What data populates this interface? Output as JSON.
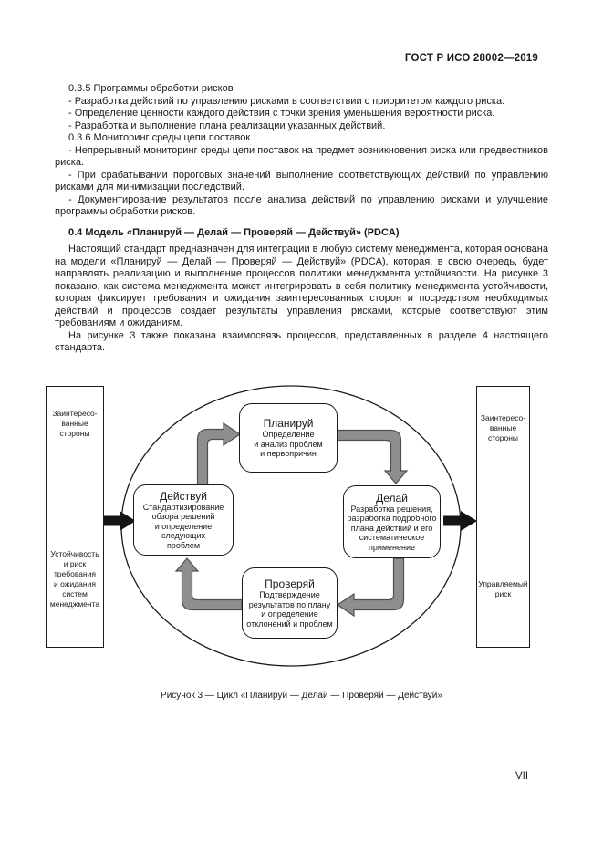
{
  "header": {
    "doc_code": "ГОСТ Р ИСО 28002—2019"
  },
  "body": {
    "paragraphs": [
      "0.3.5 Программы обработки рисков",
      "- Разработка действий по управлению рисками в соответствии с приоритетом каждого риска.",
      "- Определение ценности каждого действия с точки зрения уменьшения вероятности риска.",
      "- Разработка и выполнение плана реализации указанных действий.",
      "0.3.6 Мониторинг среды цепи поставок",
      "- Непрерывный мониторинг среды цепи поставок на предмет возникновения риска или предвестников риска.",
      "- При срабатывании пороговых значений выполнение соответствующих действий по управлению рисками для минимизации последствий.",
      "- Документирование результатов после анализа действий по управлению рисками и улучшение программы обработки рисков.",
      "Настоящий стандарт предназначен для интеграции в любую систему менеджмента, которая основана на модели «Планируй — Делай — Проверяй — Действуй» (PDCA), которая, в свою очередь, будет направлять реализацию и выполнение процессов политики менеджмента устойчивости. На рисунке 3 показано, как система менеджмента может интегрировать в себя политику менеджмента устойчивости, которая фиксирует требования и ожидания заинтересованных сторон и посредством необходимых действий и процессов создает результаты управления рисками, которые соответствуют этим требованиям и ожиданиям.",
      "На рисунке 3 также показана взаимосвязь процессов, представленных в разделе 4 настоящего стандарта."
    ],
    "section_heading": "0.4 Модель «Планируй — Делай — Проверяй — Действуй» (PDCA)"
  },
  "figure": {
    "caption": "Рисунок 3 — Цикл «Планируй — Делай — Проверяй — Действуй»",
    "left_panel": {
      "top": "Заинтересо-\nванные\nстороны",
      "bottom": "Устойчивость\nи риск\nтребования\nи ожидания\nсистем\nменеджмента"
    },
    "right_panel": {
      "top": "Заинтересо-\nванные\nстороны",
      "bottom": "Управляемый\nриск"
    },
    "nodes": {
      "plan": {
        "title": "Планируй",
        "desc": "Определение\nи анализ проблем\nи первопричин"
      },
      "do": {
        "title": "Делай",
        "desc": "Разработка решения,\nразработка подробного\nплана действий и его\nсистематическое\nприменение"
      },
      "check": {
        "title": "Проверяй",
        "desc": "Подтверждение\nрезультатов по плану\nи определение\nотклонений и проблем"
      },
      "act": {
        "title": "Действуй",
        "desc": "Стандартизирование\nобзора решений\nи определение\nследующих\nпроблем"
      }
    }
  },
  "footer": {
    "page_number": "VII"
  },
  "colors": {
    "ink": "#1a1a1a",
    "arrow_gray": "#8e8e8e",
    "arrow_outline": "#4f4f4f",
    "black_arrow": "#141414"
  }
}
